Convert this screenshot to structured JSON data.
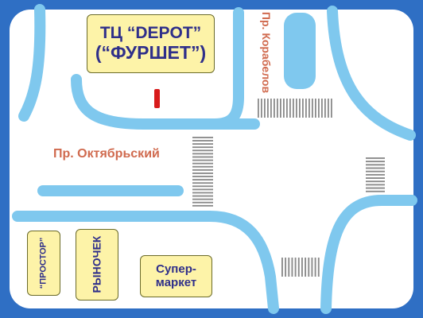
{
  "map": {
    "colors": {
      "frame": "#2f6fc4",
      "ground": "#ffffff",
      "road_edge": "#7fc8ee",
      "crosswalk": "#8a8a8a",
      "marker": "#d81b1b",
      "sign_fill": "#fdf3a8",
      "sign_text": "#2f2f8a",
      "street_text": "#d06a4e"
    },
    "depot": {
      "line1": "ТЦ “DEPOT”",
      "line2": "(“ФУРШЕТ”)"
    },
    "prostor": {
      "label": "“ПРОСТОР”"
    },
    "rynochek": {
      "label": "РЫНОЧЕК"
    },
    "supermarket": {
      "line1": "Супер-",
      "line2": "маркет"
    },
    "streets": {
      "korabelov": "Пр. Корабелов",
      "oktyabrsky": "Пр. Октябрьский"
    }
  }
}
